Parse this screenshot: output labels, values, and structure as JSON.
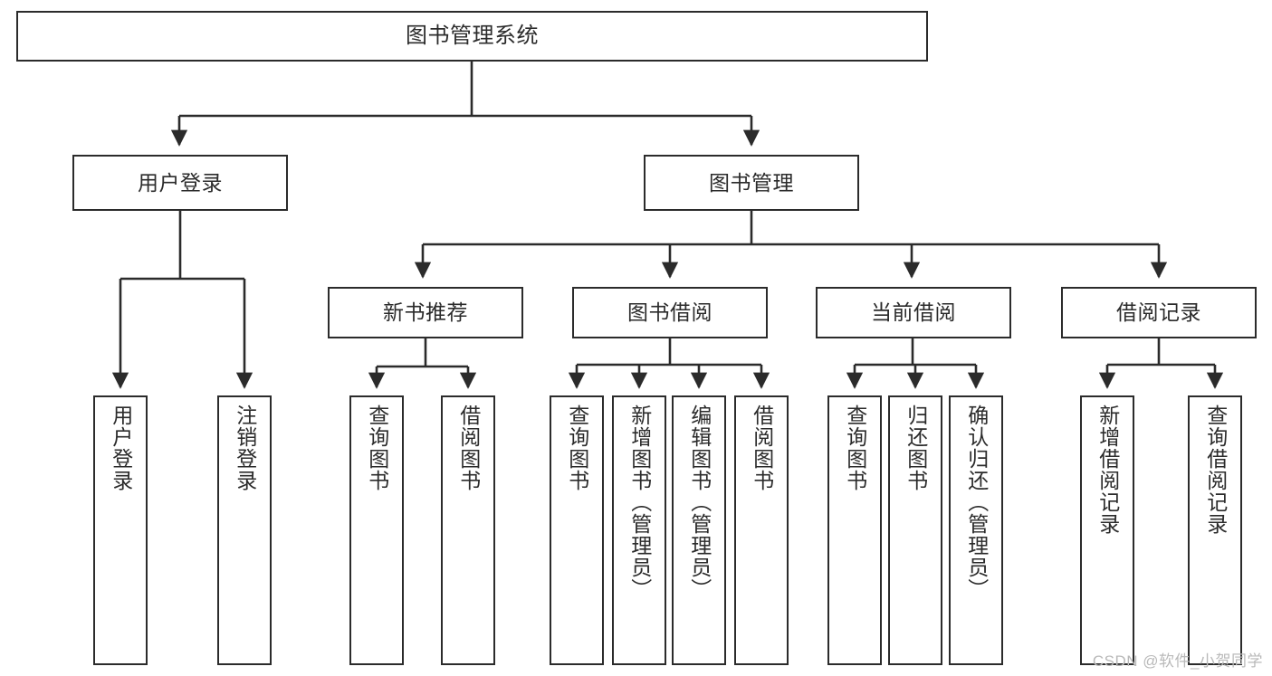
{
  "diagram": {
    "title": "图书管理系统",
    "type": "tree",
    "watermark": "CSDN @软件_小贺同学",
    "colors": {
      "stroke": "#2b2b2b",
      "fill": "#ffffff",
      "text": "#2b2b2b",
      "watermark": "#b9b9b9"
    },
    "nodes": {
      "root": {
        "label": "图书管理系统",
        "orientation": "horizontal"
      },
      "user_login": {
        "label": "用户登录",
        "orientation": "horizontal"
      },
      "book_manage": {
        "label": "图书管理",
        "orientation": "horizontal"
      },
      "new_book_rec": {
        "label": "新书推荐",
        "orientation": "horizontal"
      },
      "book_borrow": {
        "label": "图书借阅",
        "orientation": "horizontal"
      },
      "current_borrow": {
        "label": "当前借阅",
        "orientation": "horizontal"
      },
      "borrow_record": {
        "label": "借阅记录",
        "orientation": "horizontal"
      },
      "leaf_user_login": {
        "label": "用户登录",
        "orientation": "vertical"
      },
      "leaf_logout": {
        "label": "注销登录",
        "orientation": "vertical"
      },
      "leaf_query_book_1": {
        "label": "查询图书",
        "orientation": "vertical"
      },
      "leaf_borrow_book_1": {
        "label": "借阅图书",
        "orientation": "vertical"
      },
      "leaf_query_book_2": {
        "label": "查询图书",
        "orientation": "vertical"
      },
      "leaf_add_book": {
        "label": "新增图书（管理员）",
        "orientation": "vertical"
      },
      "leaf_edit_book": {
        "label": "编辑图书（管理员）",
        "orientation": "vertical"
      },
      "leaf_borrow_book_2": {
        "label": "借阅图书",
        "orientation": "vertical"
      },
      "leaf_query_book_3": {
        "label": "查询图书",
        "orientation": "vertical"
      },
      "leaf_return_book": {
        "label": "归还图书",
        "orientation": "vertical"
      },
      "leaf_confirm_return": {
        "label": "确认归还（管理员）",
        "orientation": "vertical"
      },
      "leaf_add_record": {
        "label": "新增借阅记录",
        "orientation": "vertical"
      },
      "leaf_query_record": {
        "label": "查询借阅记录",
        "orientation": "vertical"
      }
    },
    "hierarchy": [
      {
        "label": "图书管理系统",
        "children": [
          {
            "label": "用户登录",
            "children": [
              {
                "label": "用户登录"
              },
              {
                "label": "注销登录"
              }
            ]
          },
          {
            "label": "图书管理",
            "children": [
              {
                "label": "新书推荐",
                "children": [
                  {
                    "label": "查询图书"
                  },
                  {
                    "label": "借阅图书"
                  }
                ]
              },
              {
                "label": "图书借阅",
                "children": [
                  {
                    "label": "查询图书"
                  },
                  {
                    "label": "新增图书（管理员）"
                  },
                  {
                    "label": "编辑图书（管理员）"
                  },
                  {
                    "label": "借阅图书"
                  }
                ]
              },
              {
                "label": "当前借阅",
                "children": [
                  {
                    "label": "查询图书"
                  },
                  {
                    "label": "归还图书"
                  },
                  {
                    "label": "确认归还（管理员）"
                  }
                ]
              },
              {
                "label": "借阅记录",
                "children": [
                  {
                    "label": "新增借阅记录"
                  },
                  {
                    "label": "查询借阅记录"
                  }
                ]
              }
            ]
          }
        ]
      }
    ]
  }
}
